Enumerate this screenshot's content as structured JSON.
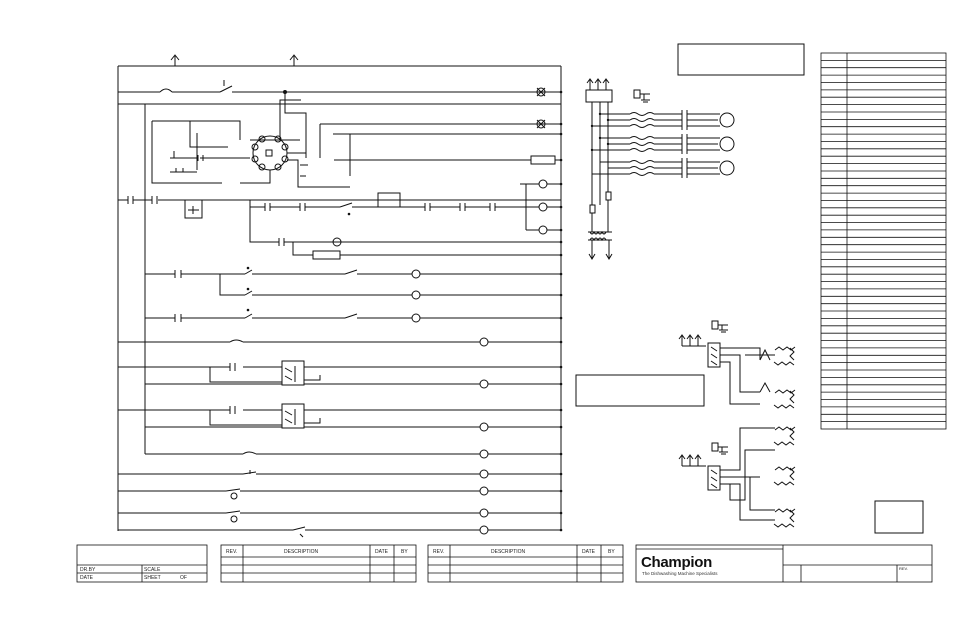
{
  "title_block": {
    "drby_label": "DR.BY",
    "scale_label": "SCALE",
    "date_label": "DATE",
    "sheet_label": "SHEET",
    "of_label": "OF",
    "rev_label": "REV."
  },
  "revision_tables": [
    {
      "rev": "REV.",
      "description": "DESCRIPTION",
      "date": "DATE",
      "by": "BY"
    },
    {
      "rev": "REV.",
      "description": "DESCRIPTION",
      "date": "DATE",
      "by": "BY"
    }
  ],
  "company": {
    "name": "Champion",
    "tagline": "The Dishwashing Machine Specialists"
  }
}
